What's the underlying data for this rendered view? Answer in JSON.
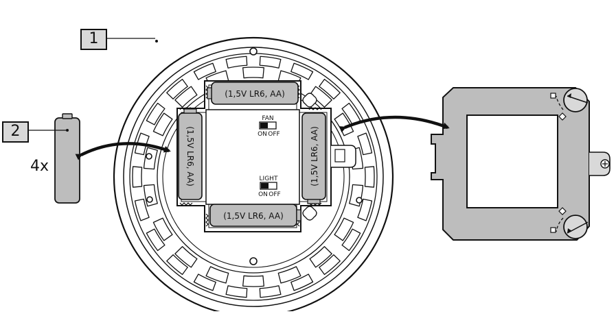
{
  "callouts": {
    "receiver": "1",
    "battery": "2"
  },
  "battery_quantity": "4x",
  "battery_label": "(1,5V  LR6, AA)",
  "switches": {
    "fan": {
      "title": "FAN",
      "on": "ON",
      "off": "OFF"
    },
    "light": {
      "title": "LIGHT",
      "on": "ON",
      "off": "OFF"
    }
  },
  "colors": {
    "line": "#111111",
    "fill_gray": "#bdbdbd",
    "fill_light": "#d9d9d9",
    "background": "#ffffff"
  },
  "icons": [
    "curved-arrow-icon",
    "screw-icon",
    "battery-icon",
    "slide-switch-icon"
  ]
}
